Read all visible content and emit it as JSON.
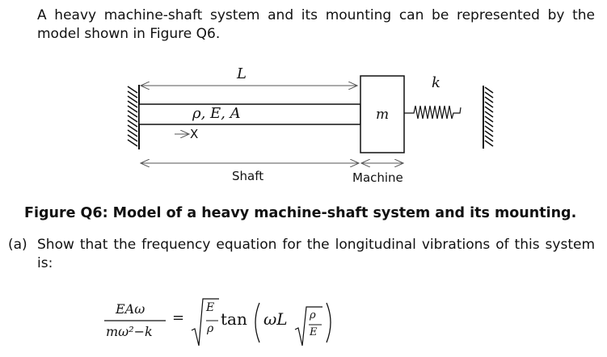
{
  "intro": "A heavy machine-shaft system and its mounting can be represented by the model shown in Figure Q6.",
  "figure": {
    "length_label": "L",
    "stiffness_label": "k",
    "material_label": "ρ, E, A",
    "x_label": "X",
    "mass_label": "m",
    "shaft_label": "Shaft",
    "machine_label": "Machine"
  },
  "caption": "Figure Q6: Model of a heavy machine-shaft system and its mounting.",
  "part_a": {
    "marker": "(a)",
    "text": "Show that the frequency equation for the longitudinal vibrations of this system is:"
  },
  "equation": {
    "lhs_num": "EAω",
    "lhs_den": "mω²−k",
    "equals": "=",
    "sqrt_num": "E",
    "sqrt_den": "ρ",
    "tan": "tan",
    "arg": "ωL",
    "inner_num": "ρ",
    "inner_den": "E"
  }
}
